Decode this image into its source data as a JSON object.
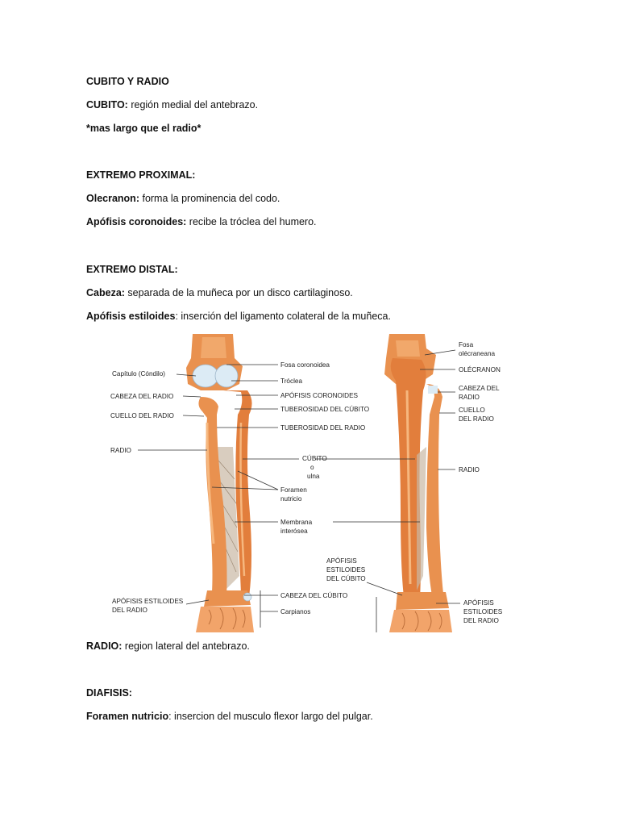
{
  "doc": {
    "title": "CUBITO Y RADIO",
    "cubito": {
      "term": "CUBITO:",
      "text": " región medial del antebrazo."
    },
    "note": "*mas largo que el radio*",
    "proximal_heading": "EXTREMO PROXIMAL:",
    "olecranon": {
      "term": "Olecranon:",
      "text": " forma la prominencia del codo."
    },
    "coronoides": {
      "term": "Apófisis coronoides:",
      "text": " recibe la tróclea del humero."
    },
    "distal_heading": "EXTREMO DISTAL:",
    "cabeza": {
      "term": "Cabeza:",
      "text": " separada de la muñeca por un disco cartilaginoso."
    },
    "estiloides": {
      "term": "Apófisis estiloides",
      "text": ": inserción del ligamento colateral de la muñeca."
    },
    "radio": {
      "term": "RADIO:",
      "text": " region lateral del antebrazo."
    },
    "diafisis_heading": "DIAFISIS:",
    "foramen": {
      "term": "Foramen nutricio",
      "text": ": insercion del musculo flexor largo del pulgar."
    }
  },
  "figure": {
    "colors": {
      "bone": "#E9914F",
      "bone_light": "#F6B77E",
      "cartilage": "#DCEBF5",
      "membrane": "#C9B8A4",
      "line": "#333333"
    },
    "left_labels": {
      "capitulo": "Capítulo (Cóndilo)",
      "cabeza_radio": "CABEZA DEL RADIO",
      "cuello_radio": "CUELLO DEL RADIO",
      "radio": "RADIO",
      "estiloides_radio_1": "APÓFISIS ESTILOIDES",
      "estiloides_radio_2": "DEL RADIO"
    },
    "center_labels": {
      "fosa_coronoidea": "Fosa coronoidea",
      "troclea": "Tróclea",
      "apofisis_coronoides": "APÓFISIS CORONOIDES",
      "tuberosidad_cubito": "TUBEROSIDAD DEL CÚBITO",
      "tuberosidad_radio": "TUBEROSIDAD DEL RADIO",
      "cubito": "CÚBITO",
      "o": "o",
      "ulna": "ulna",
      "foramen_1": "Foramen",
      "foramen_2": "nutricio",
      "membrana_1": "Membrana",
      "membrana_2": "interósea",
      "estiloides_cubito_1": "APÓFISIS",
      "estiloides_cubito_2": "ESTILOIDES",
      "estiloides_cubito_3": "DEL CÚBITO",
      "cabeza_cubito": "CABEZA DEL CÚBITO",
      "carpianos": "Carpianos"
    },
    "right_labels": {
      "fosa_1": "Fosa",
      "fosa_2": "olécraneana",
      "olecranon": "OLÉCRANON",
      "cabeza_radio_1": "CABEZA DEL",
      "cabeza_radio_2": "RADIO",
      "cuello_radio_1": "CUELLO",
      "cuello_radio_2": "DEL RADIO",
      "radio": "RADIO",
      "estiloides_radio_1": "APÓFISIS",
      "estiloides_radio_2": "ESTILOIDES",
      "estiloides_radio_3": "DEL RADIO"
    }
  }
}
